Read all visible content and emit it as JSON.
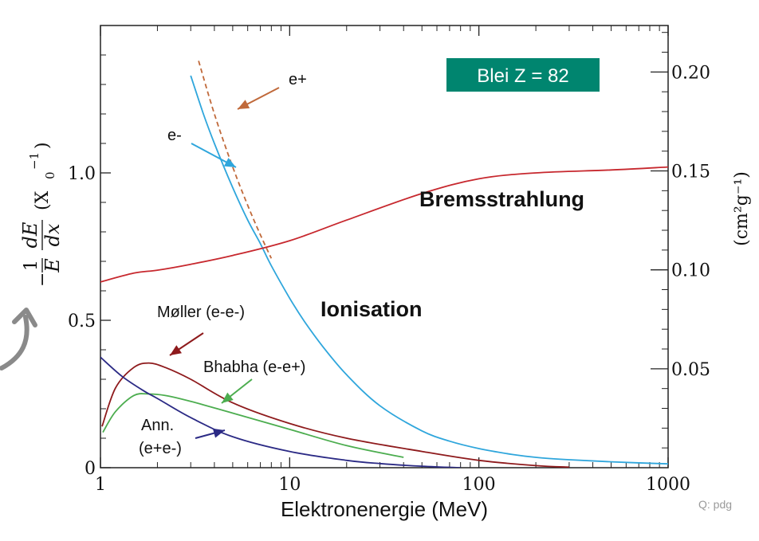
{
  "chart_data": {
    "type": "line",
    "xscale": "log",
    "xlim": [
      1,
      1000
    ],
    "ylim": [
      0,
      1.5
    ],
    "y2lim": [
      0,
      0.2235
    ],
    "xticks": [
      1,
      10,
      100,
      1000
    ],
    "xtick_labels": [
      "1",
      "10",
      "100",
      "1000"
    ],
    "yticks": [
      0,
      0.5,
      1.0
    ],
    "ytick_labels": [
      "0",
      "0.5",
      "1.0"
    ],
    "y2ticks": [
      0.05,
      0.1,
      0.15,
      0.2
    ],
    "y2tick_labels": [
      "0.05",
      "0.10",
      "0.15",
      "0.20"
    ],
    "xlabel": "Elektronenergie (MeV)",
    "ylabel_math": {
      "prefix": "−",
      "frac1_num": "1",
      "frac1_den": "E",
      "frac2_num": "dE",
      "frac2_den": "dx",
      "unit": "(X",
      "unit_sub": "0",
      "unit_sup": "−1",
      "unit_close": ")"
    },
    "y2label": "(cm²g⁻¹)",
    "series": [
      {
        "color": "#2fa6dc",
        "x": [
          3.0,
          3.5,
          4.0,
          5.0,
          6.0,
          7.0,
          8.0,
          10.0,
          12.0,
          15.0,
          20.0,
          30.0,
          50.0,
          70.0,
          100.0,
          150.0,
          200.0,
          300.0,
          500.0,
          1000.0
        ],
        "y": [
          1.33,
          1.2,
          1.1,
          0.95,
          0.84,
          0.76,
          0.685,
          0.575,
          0.495,
          0.41,
          0.315,
          0.21,
          0.125,
          0.09,
          0.065,
          0.045,
          0.035,
          0.027,
          0.02,
          0.013
        ]
      },
      {
        "color": "#c0693a",
        "dashed": true,
        "x": [
          3.3,
          4.0,
          5.0,
          6.0,
          7.0,
          8.0
        ],
        "y": [
          1.38,
          1.2,
          1.02,
          0.89,
          0.79,
          0.71
        ]
      },
      {
        "color": "#c7282e",
        "x": [
          1.0,
          1.5,
          2.0,
          3.0,
          5.0,
          10.0,
          20.0,
          50.0,
          100.0,
          200.0,
          500.0,
          1000.0
        ],
        "y": [
          0.63,
          0.66,
          0.67,
          0.69,
          0.72,
          0.77,
          0.84,
          0.93,
          0.98,
          1.0,
          1.01,
          1.02
        ]
      },
      {
        "color": "#8e1a1c",
        "x": [
          1.02,
          1.2,
          1.5,
          1.8,
          2.2,
          3.0,
          5.0,
          10.0,
          20.0,
          50.0,
          100.0,
          200.0,
          300.0
        ],
        "y": [
          0.14,
          0.27,
          0.34,
          0.355,
          0.34,
          0.3,
          0.22,
          0.15,
          0.1,
          0.055,
          0.025,
          0.007,
          0.002
        ]
      },
      {
        "color": "#4cad4f",
        "x": [
          1.03,
          1.2,
          1.5,
          1.8,
          2.2,
          3.0,
          5.0,
          10.0,
          20.0,
          40.0
        ],
        "y": [
          0.12,
          0.19,
          0.245,
          0.25,
          0.245,
          0.225,
          0.185,
          0.13,
          0.075,
          0.035
        ]
      },
      {
        "color": "#2b2a85",
        "x": [
          1.0,
          1.3,
          1.7,
          2.0,
          3.0,
          5.0,
          10.0,
          20.0,
          30.0,
          50.0,
          80.0
        ],
        "y": [
          0.375,
          0.31,
          0.26,
          0.235,
          0.17,
          0.105,
          0.055,
          0.025,
          0.014,
          0.005,
          0.0
        ]
      }
    ],
    "annotations": {
      "e_plus": "e+",
      "e_minus": "e-",
      "moeller": "Møller (e-e-)",
      "bhabha": "Bhabha (e-e+)",
      "ann_line1": "Ann.",
      "ann_line2": "(e+e-)",
      "ionisation": "Ionisation",
      "bremsstrahlung": "Bremsstrahlung"
    },
    "badge": {
      "text": "Blei Z = 82",
      "color": "#00856f"
    }
  },
  "source_credit": "Q: pdg"
}
